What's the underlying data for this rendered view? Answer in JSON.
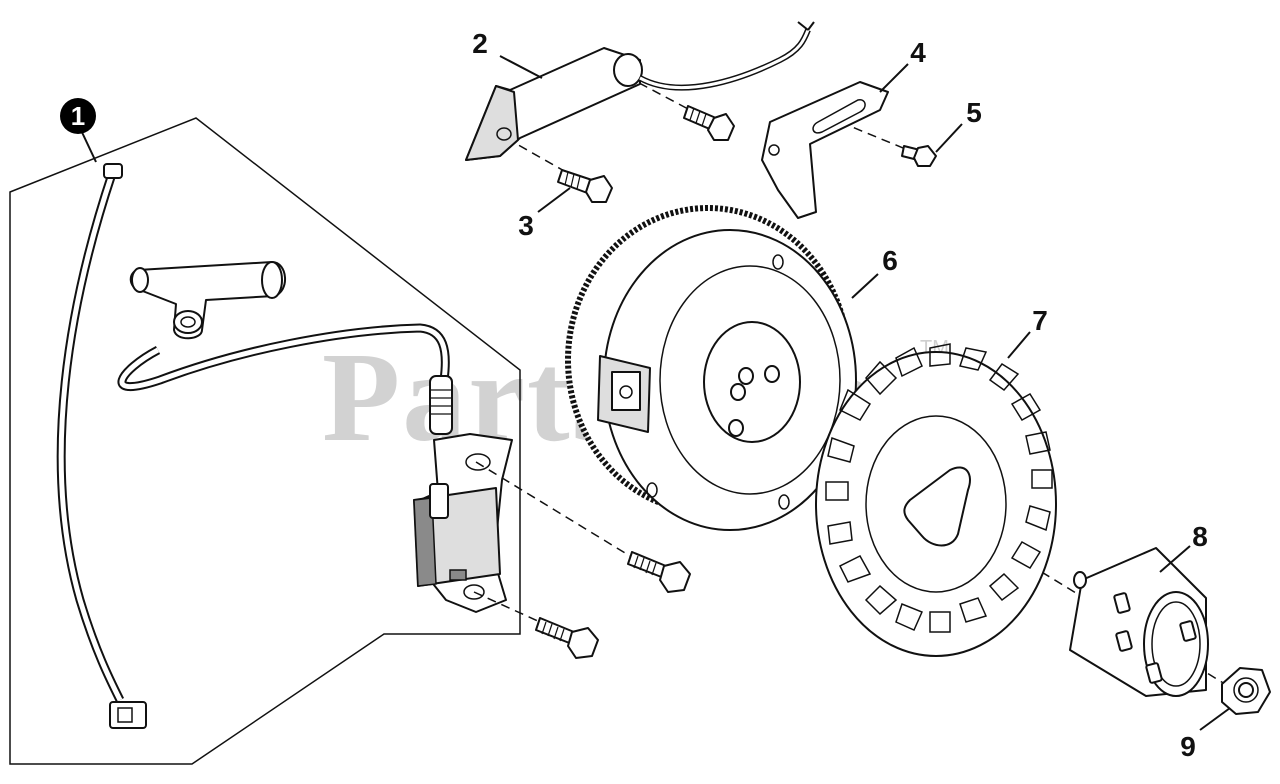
{
  "watermark": {
    "text": "PartsTree",
    "trademark": "TM"
  },
  "callouts": [
    {
      "id": "1",
      "label": "1",
      "style": "filled-circle"
    },
    {
      "id": "2",
      "label": "2"
    },
    {
      "id": "3",
      "label": "3"
    },
    {
      "id": "4",
      "label": "4"
    },
    {
      "id": "5",
      "label": "5"
    },
    {
      "id": "6",
      "label": "6"
    },
    {
      "id": "7",
      "label": "7"
    },
    {
      "id": "8",
      "label": "8"
    },
    {
      "id": "9",
      "label": "9"
    }
  ]
}
